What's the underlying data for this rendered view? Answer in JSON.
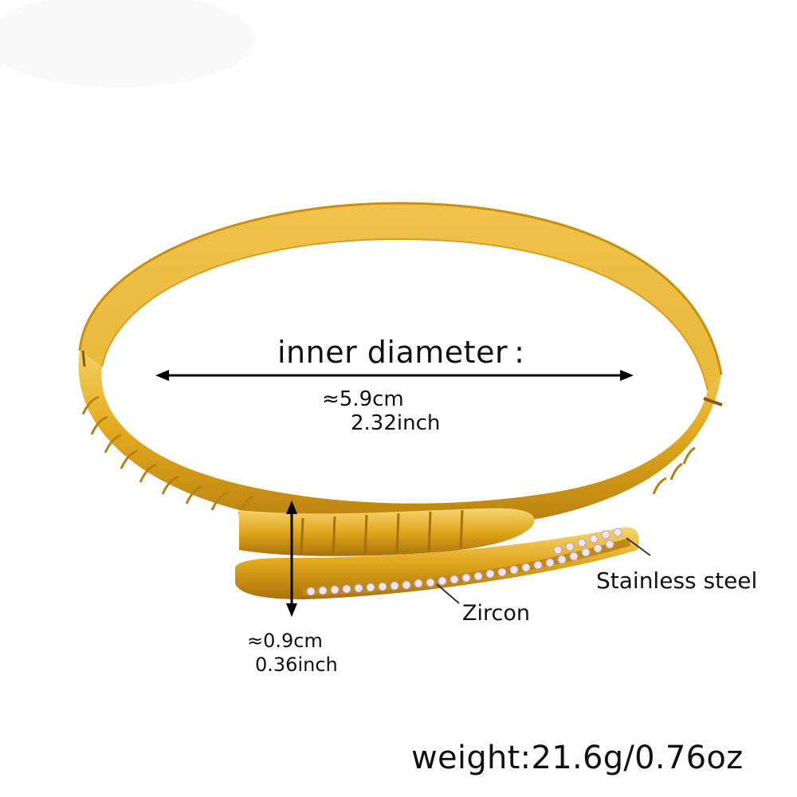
{
  "product": {
    "type": "bangle bracelet",
    "color": "#E2A91E",
    "highlight": "#F6D36A",
    "shadow": "#B07A0A"
  },
  "annotations": {
    "inner_diameter": {
      "title": "inner diameter :",
      "cm": "≈5.9cm",
      "inch": "2.32inch"
    },
    "width": {
      "cm": "≈0.9cm",
      "inch": "0.36inch"
    },
    "materials": {
      "stone": "Zircon",
      "metal": "Stainless steel"
    },
    "weight": "weight:21.6g/0.76oz"
  },
  "icons": {
    "diameter_arrow": "double-headed-horizontal-arrow",
    "width_arrow": "double-headed-vertical-arrow"
  }
}
